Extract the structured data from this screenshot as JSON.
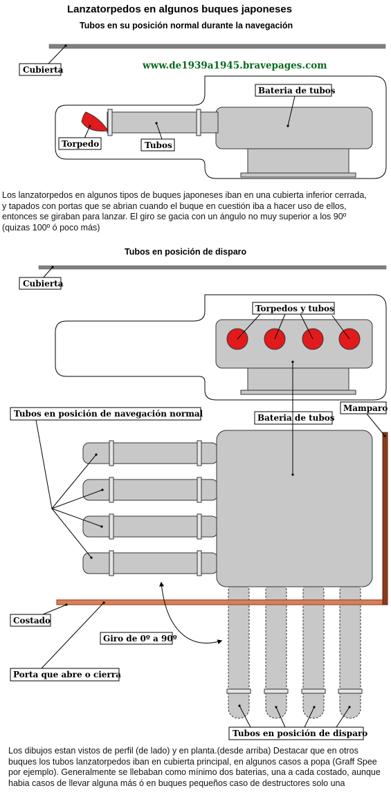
{
  "title": "Lanzatorpedos en algunos  buques japoneses",
  "subtitle_top": "Tubos en su posición normal durante la navegación",
  "website": "www.de1939a1945.bravepages.com",
  "colors": {
    "tube_gray": "#c8c8c8",
    "torpedo_red": "#e11b1b",
    "deck_gray": "#808080",
    "hull_brown": "#8b3a1a",
    "url_green": "#0a6b1f"
  },
  "top_diagram": {
    "labels": {
      "cubierta": "Cubierta",
      "bateria": "Bateria de tubos",
      "torpedo": "Torpedo",
      "tubos": "Tubos"
    }
  },
  "paragraph_1": [
    "Los lanzatorpedos en algunos tipos de buques japoneses iban en una cubierta inferior cerrada,",
    "y tapados con portas que se abrian cuando el buque en cuestión iba a hacer uso de ellos,",
    "entonces se giraban para lanzar. El giro se gacia con un ángulo no muy superior a los 90º",
    "(quizas 100º ó poco más)"
  ],
  "subtitle_middle": "Tubos en posición de disparo",
  "middle_diagram": {
    "labels": {
      "cubierta": "Cubierta",
      "torpedos_y_tubos": "Torpedos y tubos"
    }
  },
  "bottom_diagram": {
    "labels": {
      "nav_normal": "Tubos en posición de navegación normal",
      "bateria": "Bateria de tubos",
      "mamparo": "Mamparo",
      "costado": "Costado",
      "giro": "Giro de 0º a 90º",
      "porta": "Porta que abre o cierra",
      "disparo": "Tubos en posición de disparo"
    }
  },
  "paragraph_2": [
    "Los dibujos estan vistos de perfil (de lado) y en planta.(desde arriba) Destacar que en otros",
    "buques los tubos lanzatorpedos iban en cubierta principal, en algunos casos a popa (Graff Spee",
    "por ejemplo). Generalmente se llebaban como mínimo dos baterias, una a cada costado, aunque",
    "habia casos de llevar alguna más ó en buques pequeños caso de destructores solo una"
  ]
}
